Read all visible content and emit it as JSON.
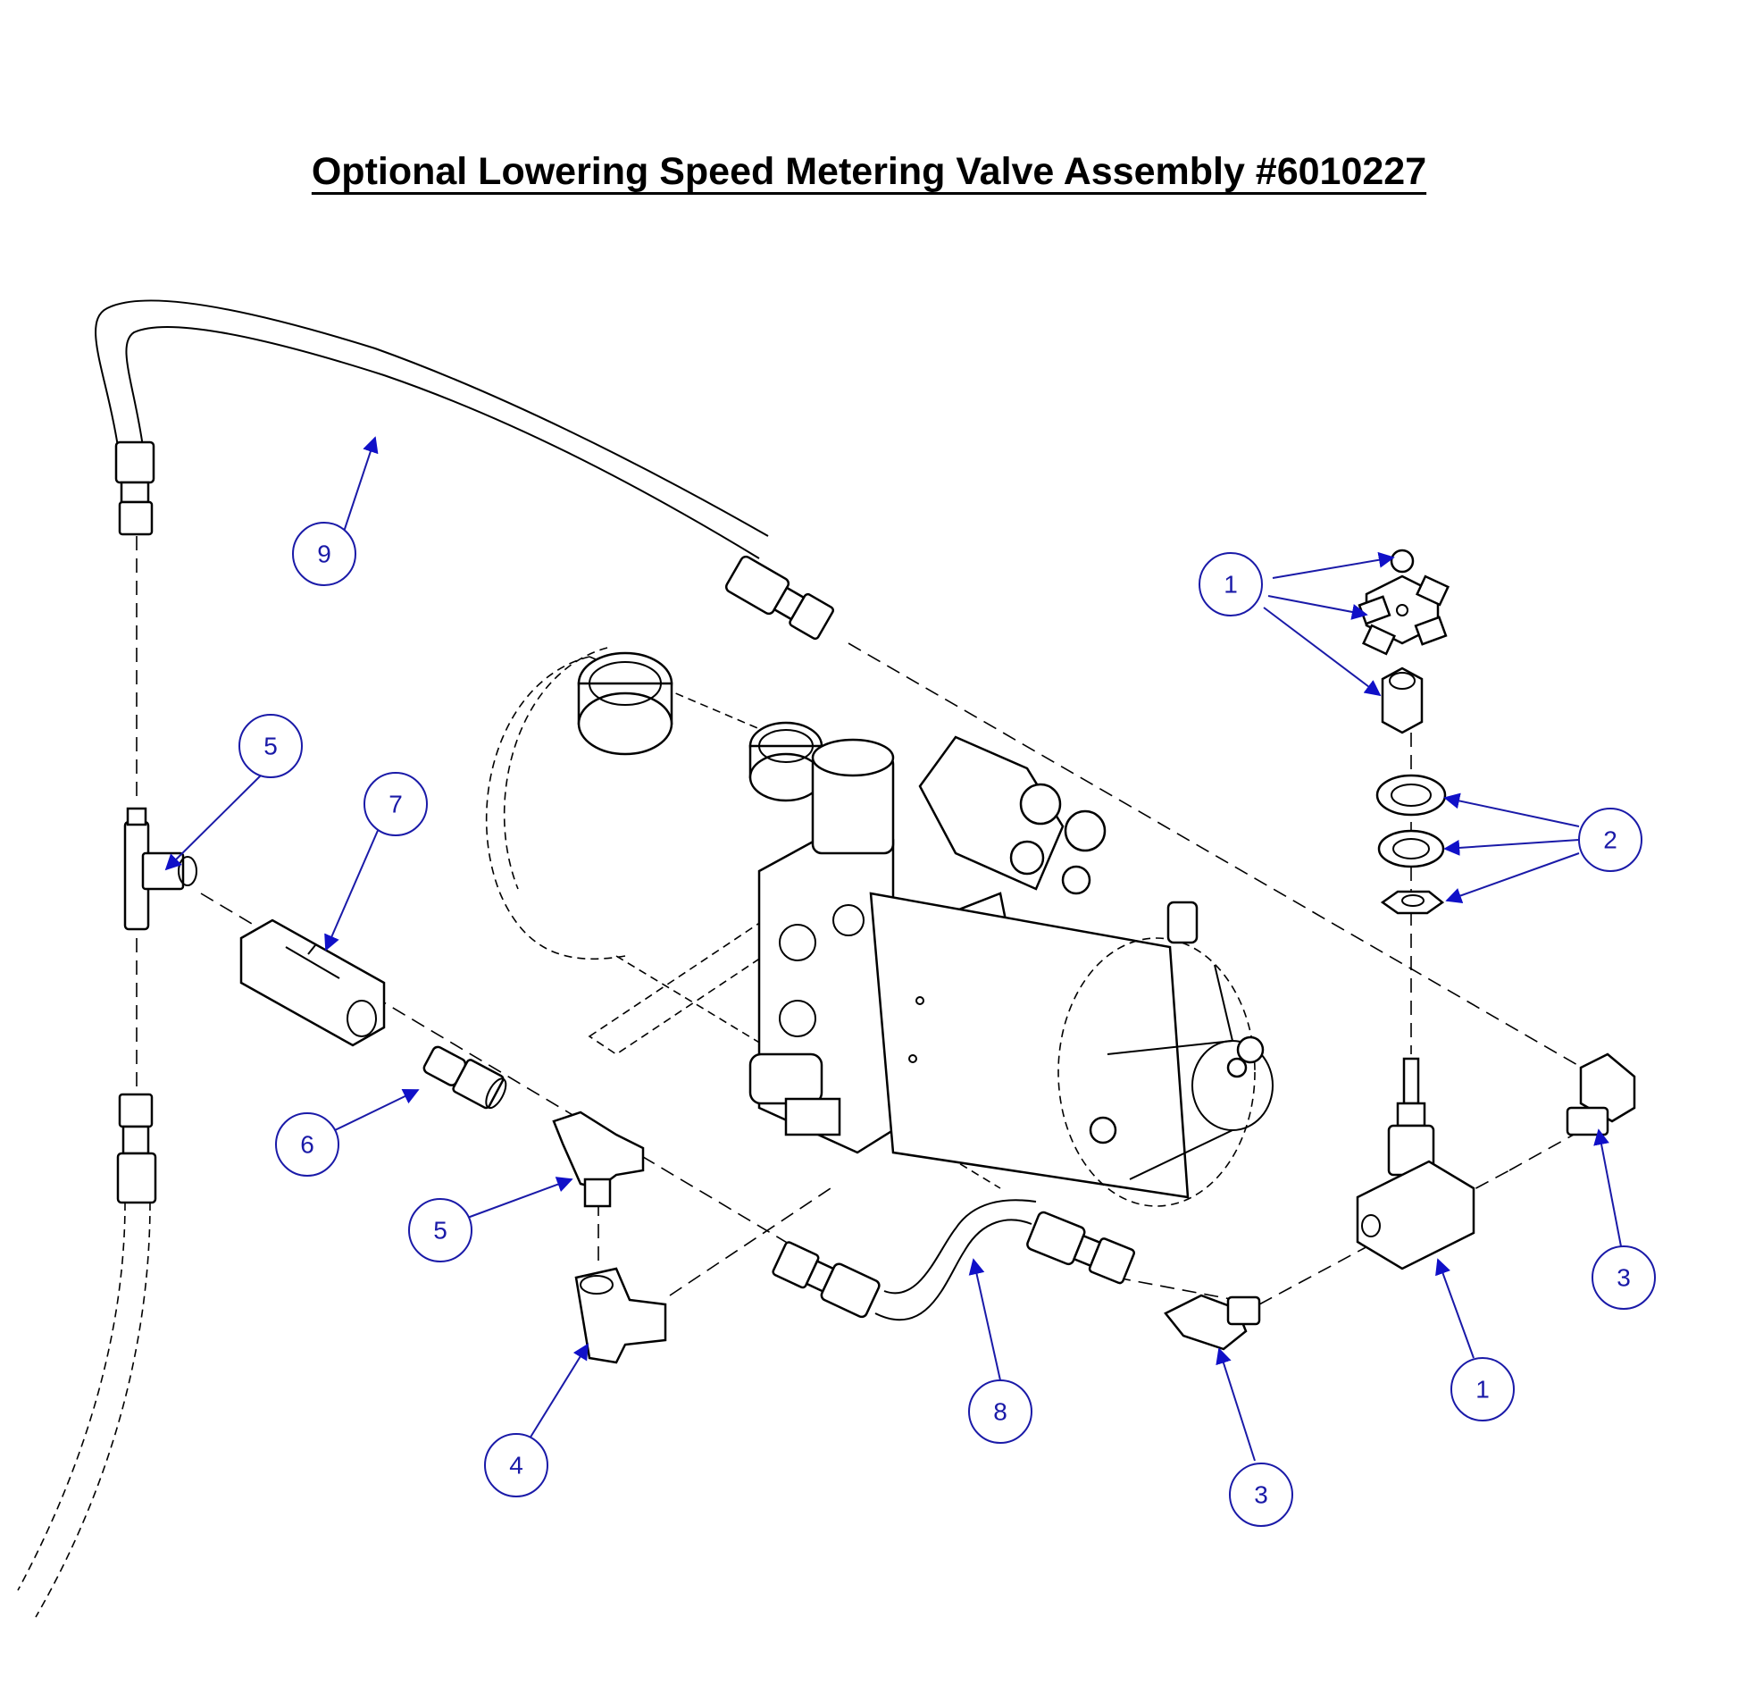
{
  "title": "Optional Lowering Speed Metering Valve Assembly #6010227",
  "callouts": [
    {
      "id": "c9",
      "label": "9"
    },
    {
      "id": "c1a",
      "label": "1"
    },
    {
      "id": "c5a",
      "label": "5"
    },
    {
      "id": "c7",
      "label": "7"
    },
    {
      "id": "c2",
      "label": "2"
    },
    {
      "id": "c6",
      "label": "6"
    },
    {
      "id": "c5b",
      "label": "5"
    },
    {
      "id": "c3a",
      "label": "3"
    },
    {
      "id": "c1b",
      "label": "1"
    },
    {
      "id": "c8",
      "label": "8"
    },
    {
      "id": "c4",
      "label": "4"
    },
    {
      "id": "c3b",
      "label": "3"
    }
  ],
  "colors": {
    "callout": "#1a1aa8",
    "line": "#000000",
    "background": "#ffffff"
  }
}
